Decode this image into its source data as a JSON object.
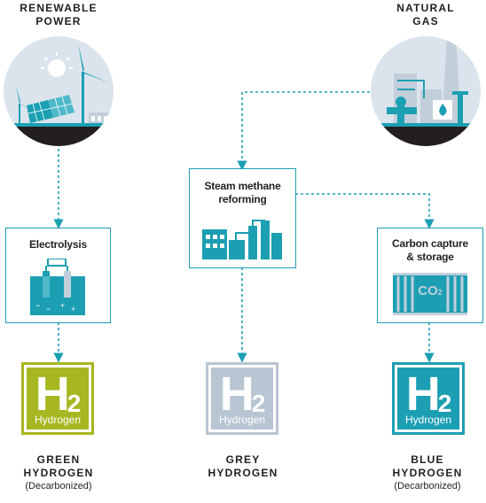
{
  "sources": {
    "renewable": {
      "line1": "RENEWABLE",
      "line2": "POWER"
    },
    "gas": {
      "line1": "NATURAL",
      "line2": "GAS"
    }
  },
  "processes": {
    "electrolysis": "Electrolysis",
    "smr": {
      "line1": "Steam methane",
      "line2": "reforming"
    },
    "ccs": {
      "line1": "Carbon capture",
      "line2": "& storage",
      "badge": "CO",
      "badge_sub": "2"
    }
  },
  "tiles": {
    "symbol": "H",
    "subscript": "2",
    "word": "Hydrogen",
    "green_color": "#a7b721",
    "grey_color": "#b8c5d3",
    "blue_color": "#1c9fb3"
  },
  "results": {
    "green": {
      "line1": "GREEN",
      "line2": "HYDROGEN",
      "note": "(Decarbonized)"
    },
    "grey": {
      "line1": "GREY",
      "line2": "HYDROGEN"
    },
    "blue": {
      "line1": "BLUE",
      "line2": "HYDROGEN",
      "note": "(Decarbonized)"
    }
  },
  "colors": {
    "accent": "#1c9fb3",
    "dark": "#231f20"
  }
}
